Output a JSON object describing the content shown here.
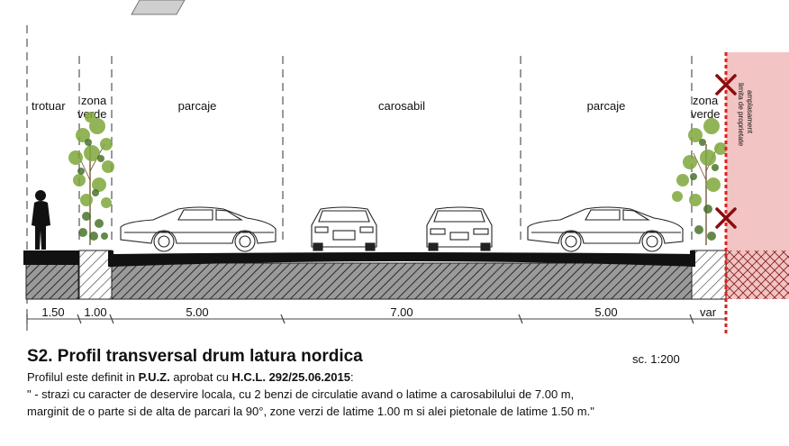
{
  "zones": {
    "trotuar": "trotuar",
    "zona_verde_left": [
      "zona",
      "verde"
    ],
    "parcaje_left": "parcaje",
    "carosabil": "carosabil",
    "parcaje_right": "parcaje",
    "zona_verde_right": [
      "zona",
      "verde"
    ]
  },
  "property_limit": [
    "limita de proprietate",
    "amplasament"
  ],
  "dimensions": [
    "1.50",
    "1.00",
    "5.00",
    "7.00",
    "5.00",
    "var"
  ],
  "title": "S2.  Profil transversal drum latura nordica",
  "scale": "sc. 1:200",
  "description": {
    "line1_prefix": "Profilul este definit in ",
    "line1_puz": "P.U.Z.",
    "line1_mid": " aprobat cu ",
    "line1_hcl": "H.C.L. 292/25.06.2015",
    "line1_suffix": ":",
    "line2": "\" - strazi cu caracter de deservire locala, cu 2 benzi de circulatie avand o latime a carosabilului de 7.00 m,",
    "line3": "marginit de o parte si de alta de parcari la 90°, zone verzi de latime 1.00 m si alei pietonale de latime 1.50 m.\""
  },
  "colors": {
    "property_line": "#e0201c",
    "private_zone": "#f2c4c4",
    "hatch": "#444444"
  }
}
